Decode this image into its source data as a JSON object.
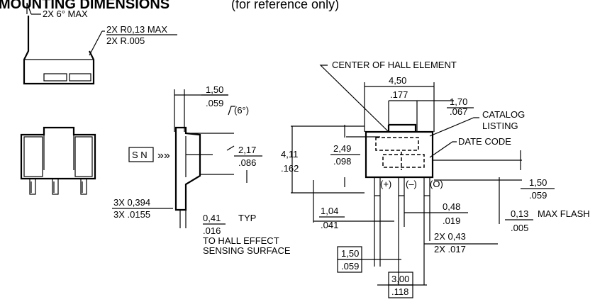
{
  "title": {
    "main": "MOUNTING DIMENSIONS",
    "note": "(for reference only)"
  },
  "labels": {
    "taper": "2X 6° MAX",
    "radius_mm": "2X R0,13 MAX",
    "radius_in": "2X R.005",
    "center_hall": "CENTER OF HALL ELEMENT",
    "w_mm": "4,50",
    "w_in": ".177",
    "t_mm": "1,50",
    "t_in": ".059",
    "angle": "(6°)",
    "catalog_mm": "1,70",
    "catalog_in": ".067",
    "catalog_1": "CATALOG",
    "catalog_2": "LISTING",
    "date_code": "DATE CODE",
    "sn": "S N",
    "d217_mm": "2,17",
    "d217_in": ".086",
    "h411_mm": "4,11",
    "h411_in": ".162",
    "d249_mm": "2,49",
    "d249_in": ".098",
    "lead_mm": "1,50",
    "lead_in": ".059",
    "pin_plus": "(+)",
    "pin_minus": "(–)",
    "pin_out": "(O)",
    "lead_thk_mm": "3X 0,394",
    "lead_thk_in": "3X .0155",
    "typ_mm": "0,41",
    "typ_word": "TYP",
    "typ_in": ".016",
    "hall1": "TO HALL EFFECT",
    "hall2": "SENSING SURFACE",
    "d104_mm": "1,04",
    "d104_in": ".041",
    "d048_mm": "0,48",
    "d048_in": ".019",
    "flash_mm": "0,13",
    "flash_word": "MAX FLASH",
    "flash_in": ".005",
    "pin_w_mm": "2X 0,43",
    "pin_w_in": "2X .017",
    "box150_mm": "1,50",
    "box150_in": ".059",
    "box300_mm": "3,00",
    "box300_in": ".118"
  }
}
